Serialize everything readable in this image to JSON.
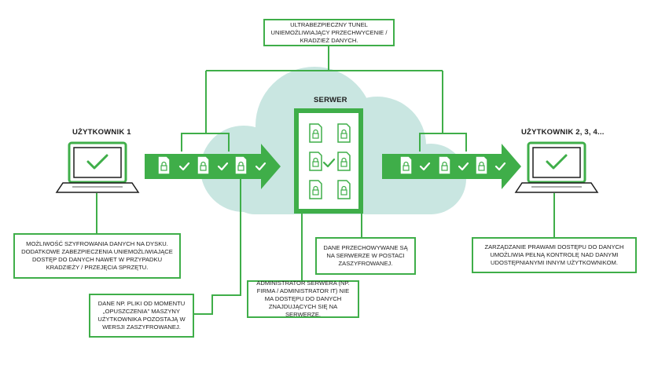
{
  "colors": {
    "accent_green": "#3fae49",
    "light_green_fill": "#7fd07f",
    "cloud": "#c9e6e1",
    "text": "#1d1d1d"
  },
  "labels": {
    "server": "SERWER",
    "user1": "UŻYTKOWNIK 1",
    "users_other": "UŻYTKOWNIK 2, 3, 4..."
  },
  "notes": {
    "tunnel": "ULTRABEZPIECZNY TUNEL UNIEMOŻLIWIAJĄCY PRZECHWYCENIE / KRADZIEŻ DANYCH.",
    "disk_encryption": "MOŻLIWOŚĆ SZYFROWANIA DANYCH NA DYSKU. DODATKOWE ZABEZPIECZENIA UNIEMOŻLIWIAJĄCE DOSTĘP DO DANYCH NAWET W PRZYPADKU KRADZIEŻY / PRZEJĘCIA SPRZĘTU.",
    "files_left": "DANE NP. PLIKI OD MOMENTU „OPUSZCZENIA” MASZYNY UŻYTKOWNIKA POZOSTAJĄ W WERSJI ZASZYFROWANEJ.",
    "admin": "ADMINISTRATOR SERWERA (NP. FIRMA / ADMINISTRATOR IT) NIE MA DOSTĘPU DO DANYCH ZNAJDUJĄCYCH SIĘ NA SERWERZE.",
    "stored": "DANE PRZECHOWYWANE SĄ NA SERWERZE W POSTACI ZASZYFROWANEJ.",
    "access_mgmt": "ZARZĄDZANIE PRAWAMI DOSTĘPU DO DANYCH UMOŻLIWIA PEŁNĄ KONTROLĘ NAD DANYMI UDOSTĘPNIANYMI INNYM UŻYTKOWNIKOM."
  },
  "icons": {
    "laptop": "laptop-icon",
    "file": "encrypted-file-icon",
    "check": "check-icon",
    "cloud": "cloud-icon",
    "server": "server-icon"
  }
}
